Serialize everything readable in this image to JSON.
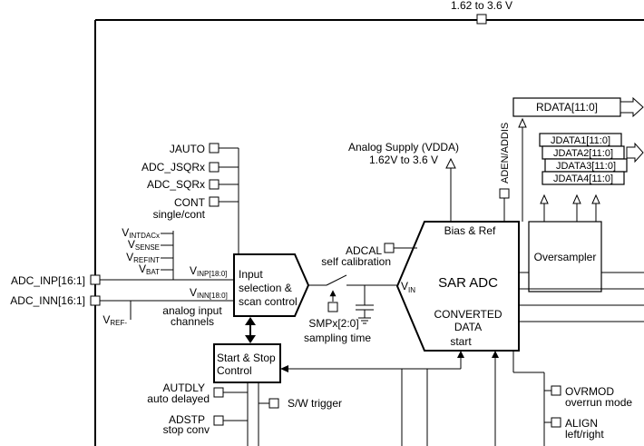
{
  "supply": {
    "top": "1.62 to 3.6 V"
  },
  "analog_supply": {
    "line1": "Analog Supply (VDDA)",
    "line2": "1.62V to 3.6 V"
  },
  "aden": "ADEN/ADDIS",
  "rdata": "RDATA[11:0]",
  "jdata": [
    "JDATA1[11:0]",
    "JDATA2[11:0]",
    "JDATA3[11:0]",
    "JDATA4[11:0]"
  ],
  "oversampler": "Oversampler",
  "sar": {
    "bias": "Bias & Ref",
    "title": "SAR ADC",
    "converted": "CONVERTED",
    "data": "DATA",
    "start": "start"
  },
  "vin": {
    "main": "V",
    "sub": "IN"
  },
  "adcal": {
    "name": "ADCAL",
    "desc": "self calibration"
  },
  "smp": {
    "name": "SMPx[2:0]",
    "desc": "sampling time"
  },
  "inputs": {
    "jauto": "JAUTO",
    "jsqr": "ADC_JSQRx",
    "sqr": "ADC_SQRx",
    "cont": "CONT",
    "cont_desc": "single/cont",
    "vint": {
      "main": "V",
      "sub": "INTDACx"
    },
    "vsense": {
      "main": "V",
      "sub": "SENSE"
    },
    "vrefint": {
      "main": "V",
      "sub": "REFINT"
    },
    "vbat": {
      "main": "V",
      "sub": "BAT"
    },
    "vref": {
      "main": "V",
      "sub": "REF-"
    }
  },
  "pins": {
    "inp": "ADC_INP[16:1]",
    "inn": "ADC_INN[16:1]"
  },
  "vinp": {
    "main": "V",
    "sub": "INP[18:0]"
  },
  "vinn": {
    "main": "V",
    "sub": "INN[18:0]"
  },
  "analog_input": {
    "line1": "analog input",
    "line2": "channels"
  },
  "input_sel": {
    "line1": "Input",
    "line2": "selection &",
    "line3": "scan control"
  },
  "start_stop": {
    "line1": "Start & Stop",
    "line2": "Control"
  },
  "autdly": {
    "name": "AUTDLY",
    "desc": "auto delayed"
  },
  "sw_trigger": "S/W trigger",
  "adstp": {
    "name": "ADSTP",
    "desc": "stop conv"
  },
  "ovrmod": {
    "name": "OVRMOD",
    "desc": "overrun mode"
  },
  "align": {
    "name": "ALIGN",
    "desc": "left/right"
  }
}
